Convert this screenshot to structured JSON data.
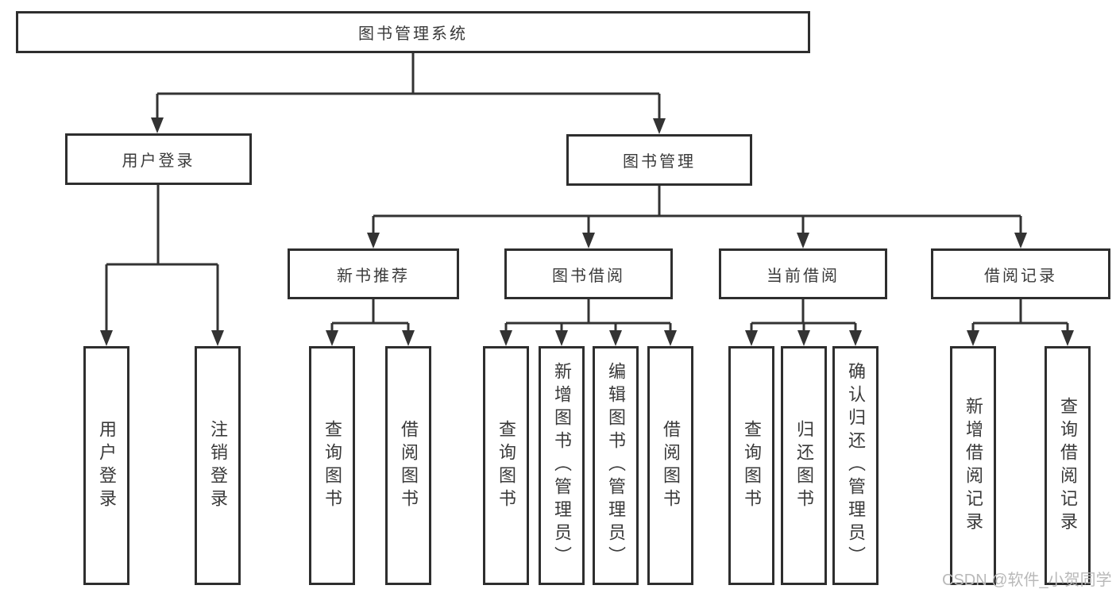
{
  "colors": {
    "line": "#333333",
    "box_border": "#2e2e2e",
    "text": "#3a3a3a",
    "watermark": "#b9b9b9",
    "background": "#ffffff"
  },
  "watermark": "CSDN @软件_小贺同学",
  "tree": {
    "label": "图书管理系统",
    "children": [
      {
        "label": "用户登录",
        "children": [
          {
            "label": "用户登录"
          },
          {
            "label": "注销登录"
          }
        ]
      },
      {
        "label": "图书管理",
        "children": [
          {
            "label": "新书推荐",
            "children": [
              {
                "label": "查询图书"
              },
              {
                "label": "借阅图书"
              }
            ]
          },
          {
            "label": "图书借阅",
            "children": [
              {
                "label": "查询图书"
              },
              {
                "label": "新增图书（管理员）"
              },
              {
                "label": "编辑图书（管理员）"
              },
              {
                "label": "借阅图书"
              }
            ]
          },
          {
            "label": "当前借阅",
            "children": [
              {
                "label": "查询图书"
              },
              {
                "label": "归还图书"
              },
              {
                "label": "确认归还（管理员）"
              }
            ]
          },
          {
            "label": "借阅记录",
            "children": [
              {
                "label": "新增借阅记录"
              },
              {
                "label": "查询借阅记录"
              }
            ]
          }
        ]
      }
    ]
  }
}
